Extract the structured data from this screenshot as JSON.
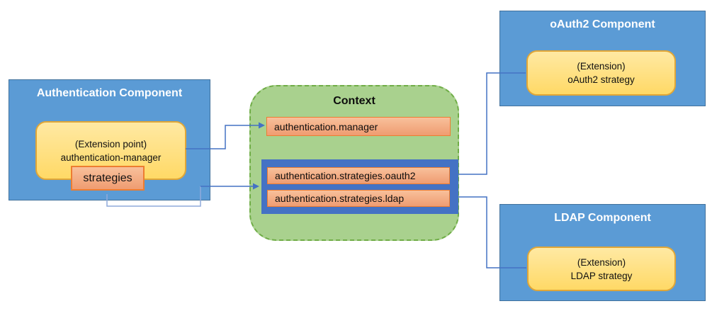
{
  "colors": {
    "component_fill": "#5B9BD5",
    "component_border": "#41719C",
    "extension_fill_top": "#FFE9A3",
    "extension_fill_bottom": "#FFD966",
    "extension_border": "#E0A637",
    "entry_fill_top": "#F8C09B",
    "entry_fill_bottom": "#EF9C71",
    "entry_border": "#ED7D31",
    "context_fill": "#A9D18E",
    "context_border": "#70AD47",
    "group_fill": "#4472C4",
    "connector": "#4472C4",
    "connector_light": "#8FAADC"
  },
  "auth_component": {
    "title": "Authentication Component",
    "extension_point_line1": "(Extension point)",
    "extension_point_line2": "authentication-manager",
    "strategies_label": "strategies"
  },
  "context": {
    "title": "Context",
    "manager_entry": "authentication.manager",
    "strategy_entries": [
      "authentication.strategies.oauth2",
      "authentication.strategies.ldap"
    ]
  },
  "oauth2_component": {
    "title": "oAuth2 Component",
    "extension_line1": "(Extension)",
    "extension_line2": "oAuth2 strategy"
  },
  "ldap_component": {
    "title": "LDAP Component",
    "extension_line1": "(Extension)",
    "extension_line2": "LDAP strategy"
  }
}
